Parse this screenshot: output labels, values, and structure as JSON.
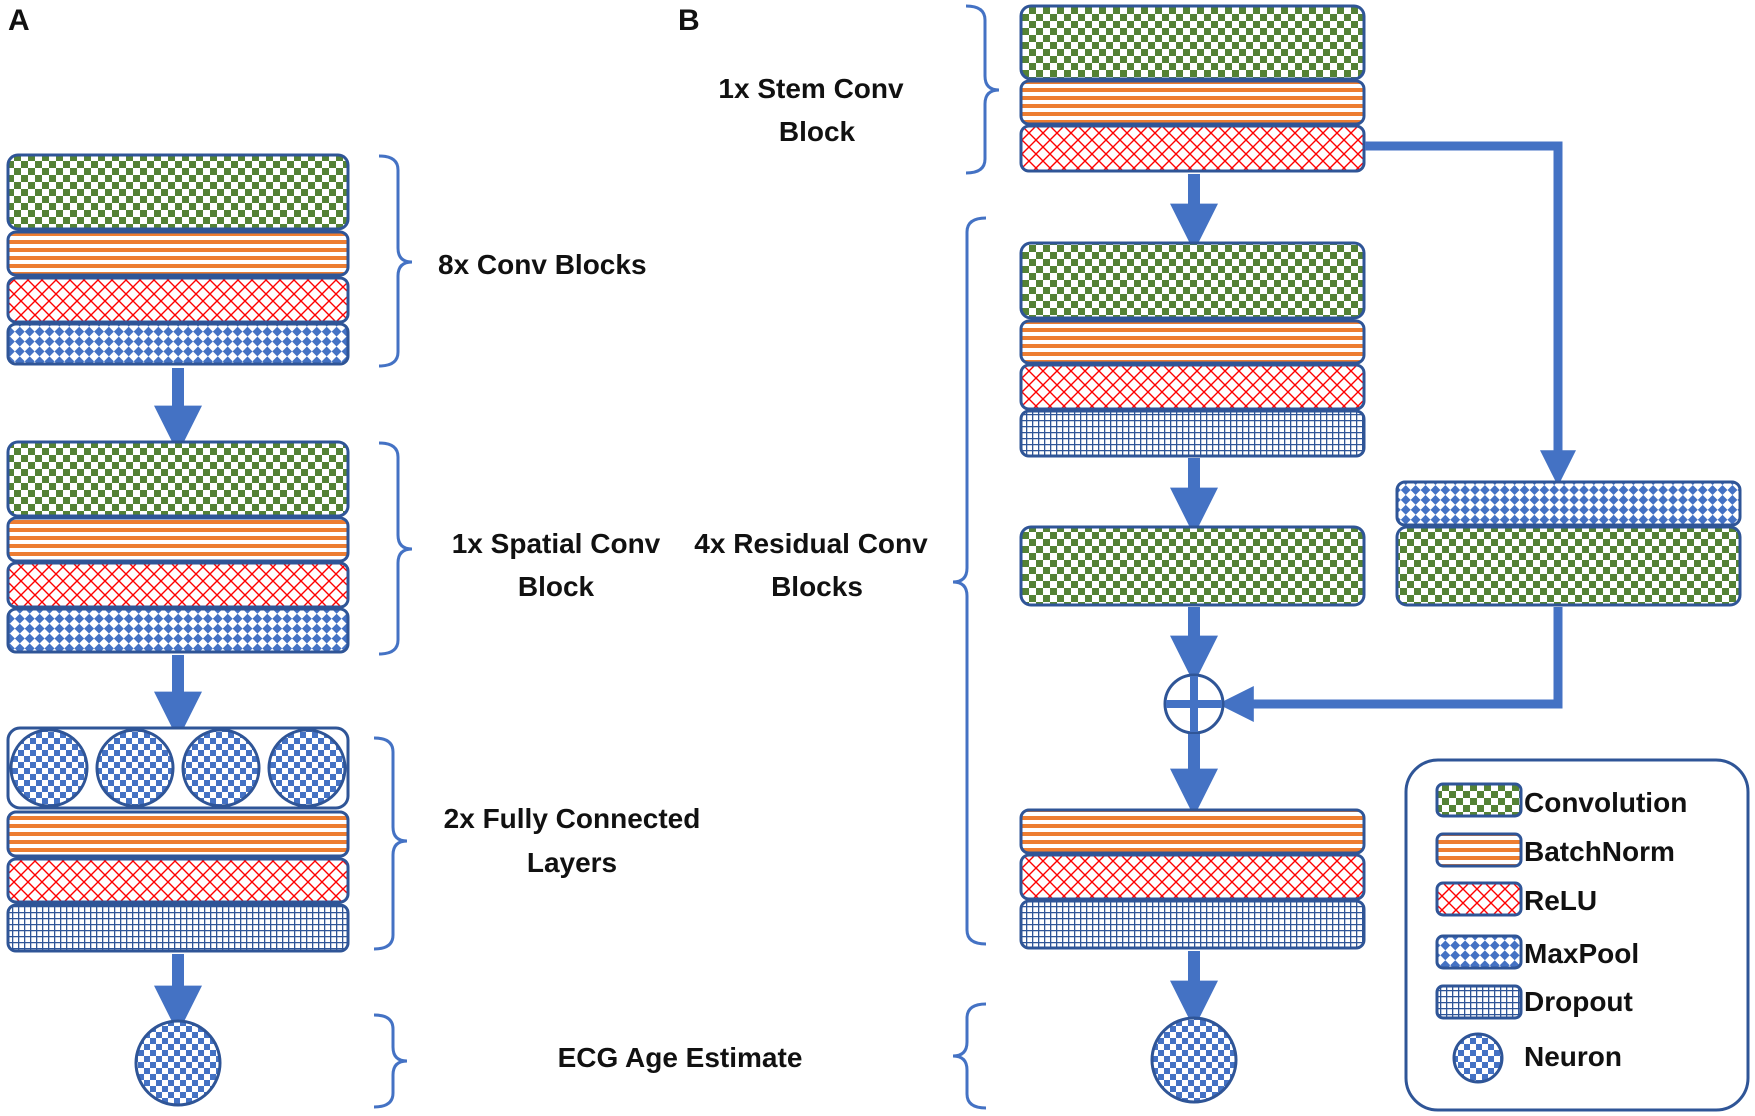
{
  "panels": {
    "a_label": "A",
    "b_label": "B"
  },
  "panel_a": {
    "conv_blocks_label": "8x Conv Blocks",
    "spatial_block_label": [
      "1x Spatial Conv",
      "Block"
    ],
    "fc_layers_label": [
      "2x Fully Connected",
      "Layers"
    ],
    "output_label": "ECG Age Estimate"
  },
  "panel_b": {
    "stem_label": [
      "1x Stem Conv",
      "Block"
    ],
    "residual_label": [
      "4x Residual Conv",
      "Blocks"
    ]
  },
  "legend": {
    "items": [
      {
        "label": "Convolution",
        "icon": "convolution-swatch"
      },
      {
        "label": "BatchNorm",
        "icon": "batchnorm-swatch"
      },
      {
        "label": "ReLU",
        "icon": "relu-swatch"
      },
      {
        "label": "MaxPool",
        "icon": "maxpool-swatch"
      },
      {
        "label": "Dropout",
        "icon": "dropout-swatch"
      },
      {
        "label": "Neuron",
        "icon": "neuron-swatch"
      }
    ]
  },
  "colors": {
    "outline": "#2f5597",
    "arrow": "#4472c4",
    "convolution": "#548235",
    "batchnorm": "#ed7d31",
    "relu": "#ff0000",
    "maxpool": "#4472c4",
    "dropout": "#2f5597"
  }
}
